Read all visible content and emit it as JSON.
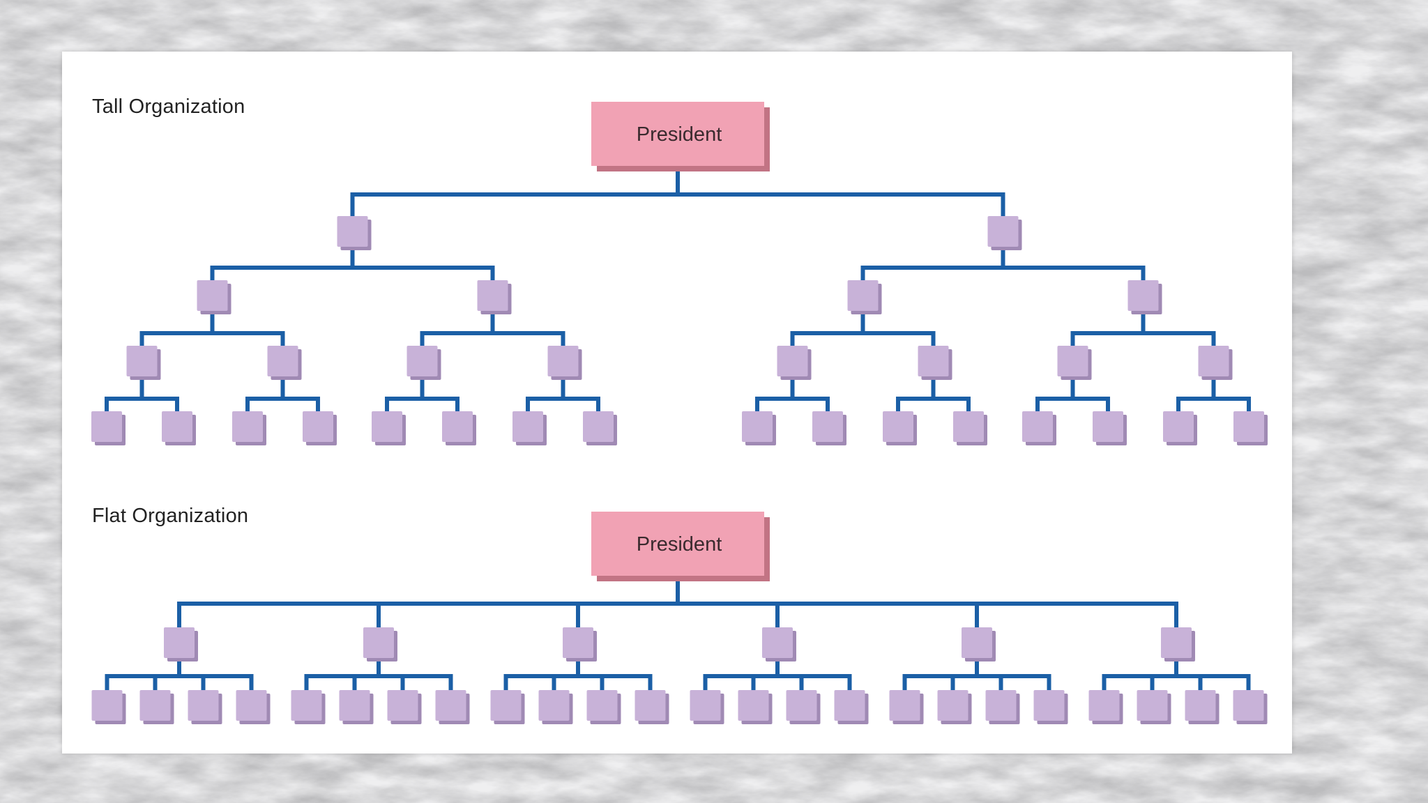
{
  "colors": {
    "connector": "#1b5fa6",
    "president_fill": "#f1a2b4",
    "president_shadow": "#c27484",
    "node_fill": "#c8b2d8",
    "node_shadow": "#a08ab4",
    "panel": "#ffffff"
  },
  "diagram": {
    "tall": {
      "title": "Tall Organization",
      "root_label": "President",
      "structure": "binary tree, 4 levels below the President: 2, 4, 8, 16 positions",
      "levels": [
        2,
        4,
        8,
        16
      ]
    },
    "flat": {
      "title": "Flat Organization",
      "root_label": "President",
      "structure": "6 managers, each with 4 direct reports",
      "managers": 6,
      "reports_per_manager": 4
    }
  }
}
